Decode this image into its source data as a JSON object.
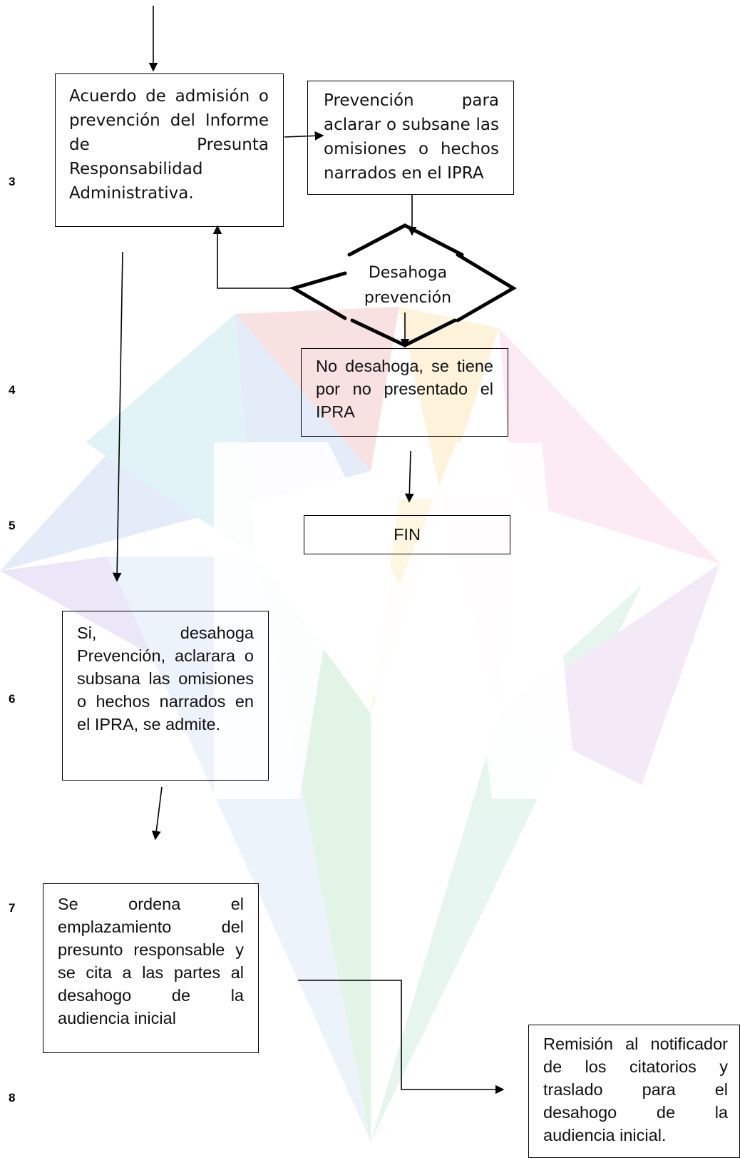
{
  "step_numbers": [
    "3",
    "4",
    "5",
    "6",
    "7",
    "8"
  ],
  "boxes": {
    "acuerdo": "Acuerdo de admisión o prevención del Informe de Presunta Responsabilidad Administrativa.",
    "prevencion": "Prevención para aclarar o subsane las omisiones o hechos narrados en el IPRA",
    "decision": "Desahoga prevención",
    "no_desahoga": "No desahoga, se tiene por no presentado el IPRA",
    "fin": "FIN",
    "si_desahoga": "Si, desahoga Prevención, aclarara o subsana las omisiones o hechos narrados en el IPRA, se admite.",
    "emplazamiento": "Se ordena el emplazamiento del presunto responsable y se cita a las partes al desahogo de la audiencia inicial",
    "remision": "Remisión al notificador de los citatorios y traslado para el desahogo de la audiencia inicial."
  },
  "colors": {
    "line": "#000000",
    "watermark": [
      "#e06a6a",
      "#f3c24a",
      "#6ec27a",
      "#5aa0e0",
      "#b784d6",
      "#f28cc0"
    ]
  }
}
